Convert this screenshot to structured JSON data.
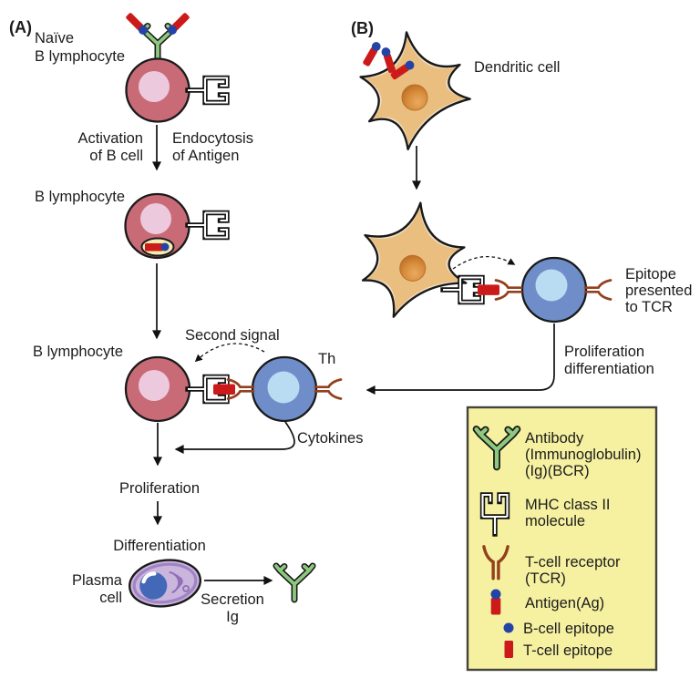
{
  "panel_a": {
    "label": "(A)",
    "naive_line1": "Naïve",
    "naive_line2": "B lymphocyte",
    "activation_line1": "Activation",
    "activation_line2": "of B cell",
    "endocytosis_line1": "Endocytosis",
    "endocytosis_line2": "of Antigen",
    "b_lymphocyte_2": "B lymphocyte",
    "b_lymphocyte_3": "B lymphocyte",
    "second_signal": "Second signal",
    "th_label": "Th",
    "cytokines": "Cytokines",
    "proliferation": "Proliferation",
    "differentiation": "Differentiation",
    "plasma_line1": "Plasma",
    "plasma_line2": "cell",
    "secretion_line1": "Secretion",
    "secretion_line2": "Ig"
  },
  "panel_b": {
    "label": "(B)",
    "dendritic_cell": "Dendritic cell",
    "epitope_line1": "Epitope",
    "epitope_line2": "presented",
    "epitope_line3": "to TCR",
    "prolif_line1": "Proliferation",
    "prolif_line2": "differentiation"
  },
  "legend": {
    "antibody_line1": "Antibody",
    "antibody_line2": "(Immunoglobulin)",
    "antibody_line3": "(Ig)(BCR)",
    "mhc_line1": "MHC class II",
    "mhc_line2": "molecule",
    "tcr_line1": "T-cell receptor",
    "tcr_line2": "(TCR)",
    "antigen_label": "Antigen(Ag)",
    "b_epitope_label": "B-cell epitope",
    "t_epitope_label": "T-cell epitope"
  },
  "colors": {
    "b_cell_fill": "#c96b77",
    "b_cell_nucleus": "#ecc9dd",
    "t_cell_fill": "#6f8ec9",
    "t_cell_nucleus": "#b9dcf2",
    "dendritic_fill": "#e9be7e",
    "dendritic_rim": "#efddc3",
    "dendritic_nucleus": "#d08030",
    "plasma_fill": "#cab5dd",
    "plasma_inner_ring": "#a184c4",
    "plasma_nucleus": "#4468b8",
    "antibody_green": "#8dc87e",
    "antigen_red": "#cc1a1a",
    "b_epitope_blue": "#2343a6",
    "tcr_brown": "#93401e",
    "endosome_fill": "#f4edb2",
    "legend_background": "#f6f1a1",
    "outline": "#1a1a1a"
  }
}
